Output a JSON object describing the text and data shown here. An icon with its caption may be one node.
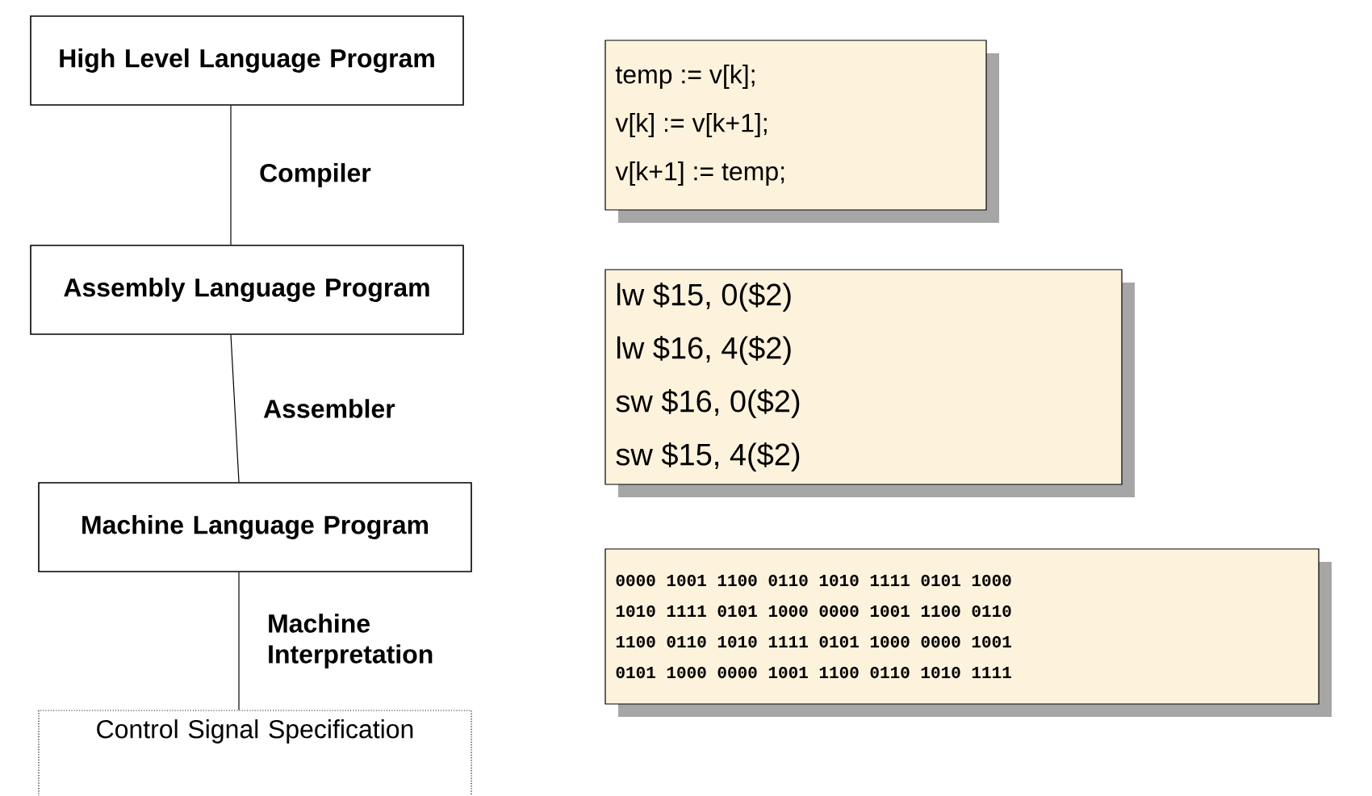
{
  "diagram": {
    "nodes": [
      {
        "text": [
          "High Level Language Program"
        ]
      },
      {
        "text": [
          "Assembly Language Program"
        ]
      },
      {
        "text": [
          "Machine Language Program"
        ]
      },
      {
        "text": [
          "Control Signal Specification"
        ]
      },
      {
        "text": [
          "temp := v[k];",
          "v[k] := v[k+1];",
          "v[k+1] := temp;"
        ]
      },
      {
        "text": [
          "lw $15, 0($2)",
          "lw $16, 4($2)",
          "sw $16, 0($2)",
          "sw $15, 4($2)"
        ]
      },
      {
        "text": [
          "0000 1001 1100 0110 1010 1111 0101 1000",
          "1010 1111 0101 1000 0000 1001 1100 0110",
          "1100 0110 1010 1111 0101 1000 0000 1001",
          "0101 1000 0000 1001 1100 0110 1010 1111"
        ]
      }
    ],
    "edges": [
      {
        "from": 0,
        "to": 1,
        "arrow": "none",
        "label": "Compiler"
      },
      {
        "from": 1,
        "to": 2,
        "arrow": "none",
        "label": "Assembler"
      },
      {
        "from": 2,
        "to": 3,
        "arrow": "none",
        "label": "Machine Interpretation"
      }
    ]
  }
}
